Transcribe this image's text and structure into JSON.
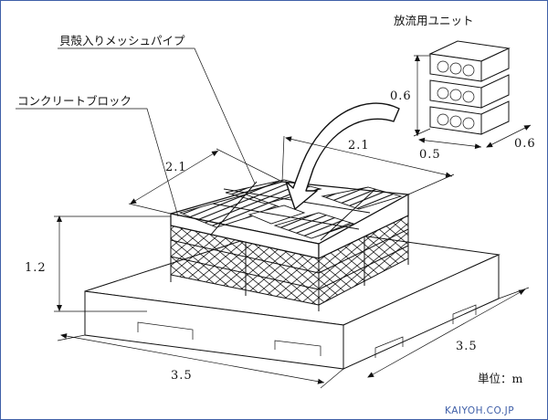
{
  "labels": {
    "mesh_pipe": "貝殻入りメッシュパイプ",
    "concrete_block": "コンクリートブロック",
    "drain_unit": "放流用ユニット",
    "unit_note": "単位：m",
    "credit": "KAIYOH.CO.JP"
  },
  "dimensions": {
    "frame_depth": "2.1",
    "frame_width": "2.1",
    "frame_height": "1.2",
    "block_front": "3.5",
    "block_side": "3.5",
    "unit_height": "0.6",
    "unit_width": "0.5",
    "unit_depth": "0.6"
  },
  "colors": {
    "line": "#111111",
    "credit": "#3f5fa8"
  }
}
